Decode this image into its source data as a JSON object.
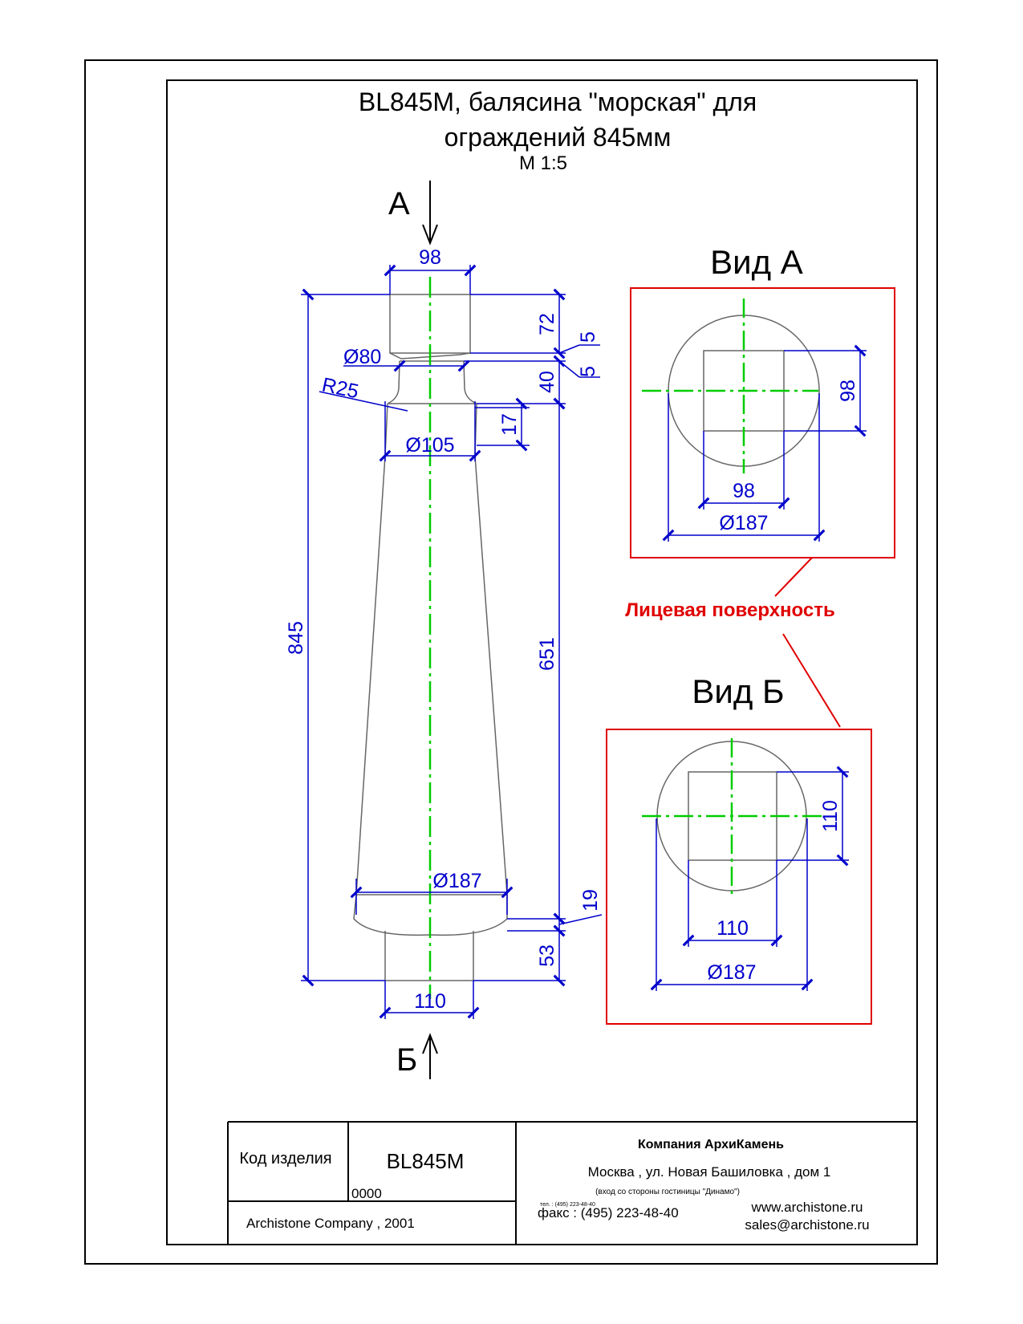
{
  "title": {
    "line1": "BL845M, балясина \"морская\" для",
    "line2": "ограждений 845мм",
    "scale": "М 1:5"
  },
  "arrows": {
    "top": "А",
    "bottom": "Б"
  },
  "dimensions": {
    "top_width": "98",
    "total_height": "845",
    "top_block_height": "72",
    "chamfer_top": "5",
    "chamfer_bottom": "5",
    "neck_height": "40",
    "neck_diameter": "Ø80",
    "radius": "R25",
    "collar_height": "17",
    "top_body_diameter": "Ø105",
    "body_height": "651",
    "bottom_body_diameter": "Ø187",
    "base_ring_height": "19",
    "base_height": "53",
    "base_width": "110"
  },
  "view_a": {
    "title": "Вид А",
    "square_side": "98",
    "square_side_h": "98",
    "diameter": "Ø187"
  },
  "view_b": {
    "title": "Вид Б",
    "square_side": "110",
    "square_side_h": "110",
    "diameter": "Ø187"
  },
  "face_label": "Лицевая поверхность",
  "title_block": {
    "code_label": "Код изделия",
    "code": "BL845M",
    "number": "0000",
    "copyright": "Archistone  Company ,  2001",
    "company": "Компания  АрхиКамень",
    "address": "Москва , ул. Новая Башиловка , дом 1",
    "entrance_note": "(вход со стороны гостиницы \"Динамо\")",
    "phone": "тел. : (495) 223-48-40",
    "fax": "факс :  (495) 223-48-40",
    "website": "www.archistone.ru",
    "email": "sales@archistone.ru"
  },
  "colors": {
    "dimension": "#0000cc",
    "axis": "#00cc00",
    "outline": "#555555",
    "frame": "#000000",
    "face_red": "#e00000"
  }
}
